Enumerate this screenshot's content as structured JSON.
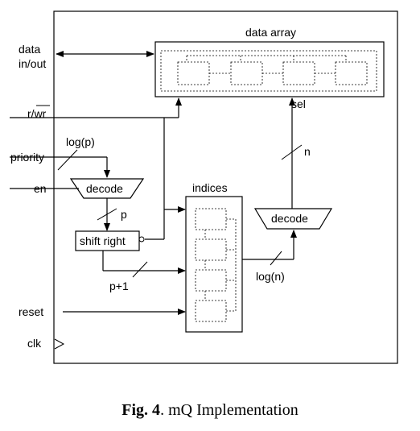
{
  "diagram": {
    "labels": {
      "data_inout_1": "data",
      "data_inout_2": "in/out",
      "r": "r/",
      "wr": "wr",
      "priority": "priority",
      "en": "en",
      "reset": "reset",
      "clk": "clk",
      "log_p": "log(p)",
      "p": "p",
      "p_plus_1": "p+1",
      "log_n": "log(n)",
      "n": "n",
      "sel": "sel"
    },
    "blocks": {
      "data_array": "data array",
      "decode_left": "decode",
      "shift_right": "shift right",
      "indices": "indices",
      "decode_right": "decode"
    }
  },
  "caption": {
    "fig_label": "Fig. 4",
    "separator": ". ",
    "text": "mQ Implementation"
  }
}
